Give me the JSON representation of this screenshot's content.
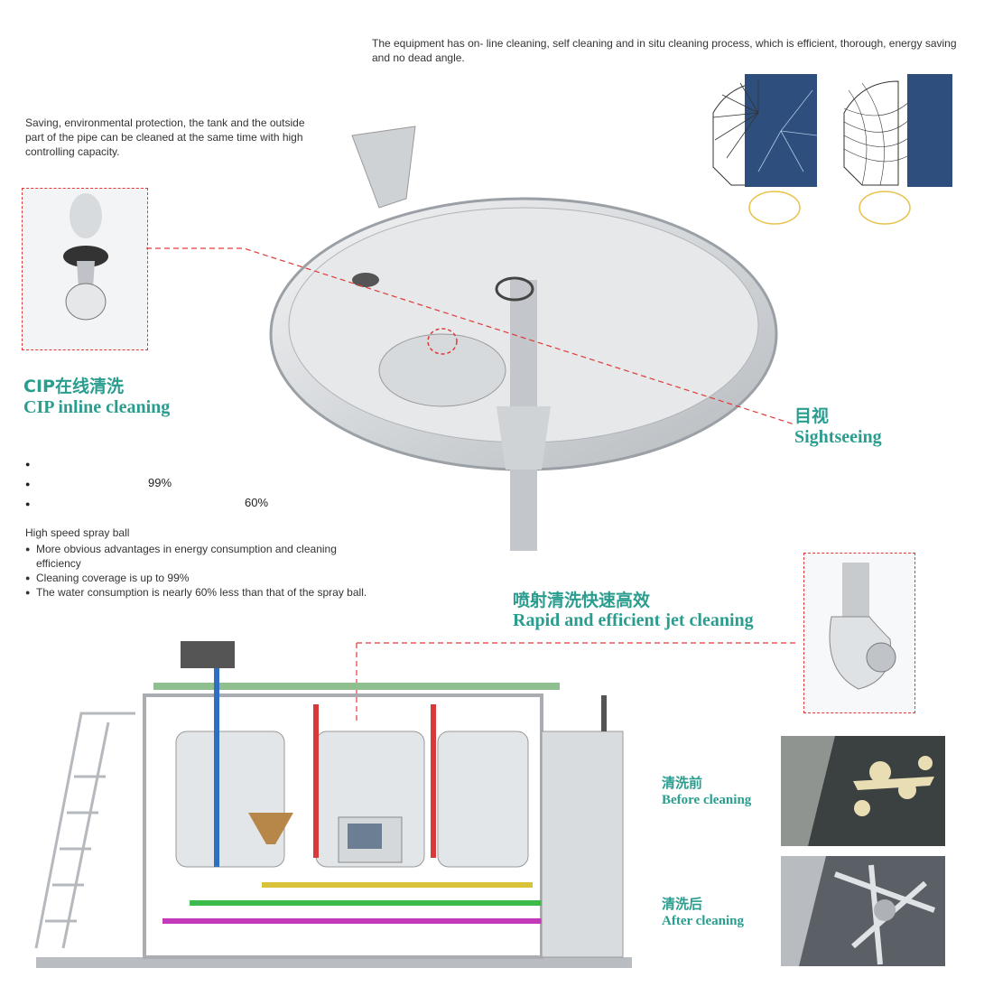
{
  "intro_text": "The equipment has on- line cleaning, self cleaning and in situ cleaning process, which is efficient, thorough, energy saving and no dead angle.",
  "saving_text": "Saving, environmental protection, the tank and the outside part of the pipe can be cleaned at the same time with high controlling capacity.",
  "cip": {
    "cn": "CIP在线清洗",
    "en": "CIP inline cleaning"
  },
  "sightseeing": {
    "cn": "目视",
    "en": "Sightseeing"
  },
  "bullets_top": [
    "",
    "99%",
    "60%"
  ],
  "spray": {
    "title": "High speed spray ball",
    "items": [
      "More obvious advantages in energy consumption and cleaning efficiency",
      "Cleaning coverage is up to 99%",
      "The water consumption is nearly 60% less than that of the spray ball."
    ]
  },
  "jet": {
    "cn": "喷射清洗快速高效",
    "en": "Rapid and efficient jet cleaning"
  },
  "before": {
    "cn": "清洗前",
    "en": "Before cleaning"
  },
  "after": {
    "cn": "清洗后",
    "en": "After cleaning"
  },
  "colors": {
    "accent": "#2a9d8f",
    "dash": "#e03a3a",
    "steel": "#c9ccd0"
  }
}
